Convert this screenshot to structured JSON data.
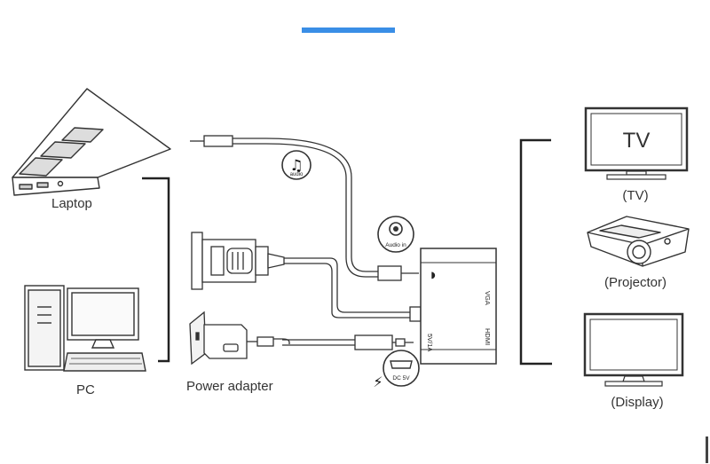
{
  "accent_color": "#3a8ee6",
  "labels": {
    "laptop": "Laptop",
    "pc": "PC",
    "power_adapter": "Power adapter",
    "tv_screen": "TV",
    "tv": "(TV)",
    "projector": "(Projector)",
    "display": "(Display)"
  },
  "badges": {
    "audio": "audio",
    "audio_in": "Audio in",
    "dc": "DC 5V"
  },
  "ports": {
    "vga": "VGA",
    "hdmi": "HDMI",
    "power": "5V/1A"
  },
  "icons": [
    "music-note-icon",
    "audio-jack-icon",
    "hdmi-port-icon",
    "lightning-icon"
  ]
}
